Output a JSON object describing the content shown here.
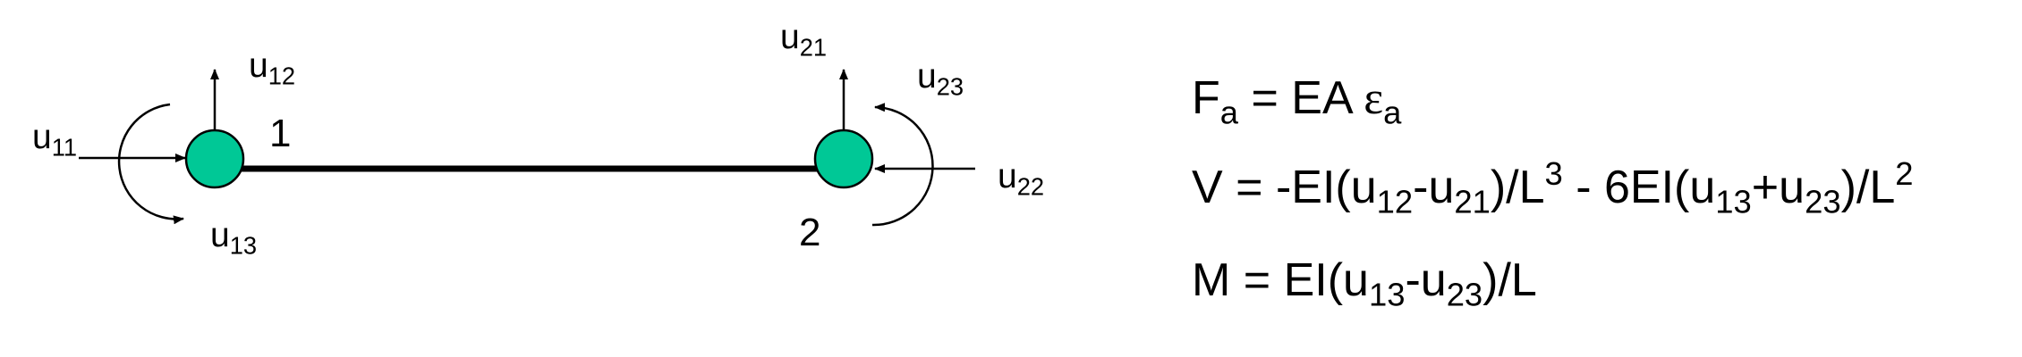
{
  "colors": {
    "node_fill": "#00C896",
    "line": "#000000"
  },
  "nodes": [
    {
      "id": "node-1",
      "number": "1"
    },
    {
      "id": "node-2",
      "number": "2"
    }
  ],
  "dof_labels": {
    "u11": {
      "base": "u",
      "sub": "11"
    },
    "u12": {
      "base": "u",
      "sub": "12"
    },
    "u13": {
      "base": "u",
      "sub": "13"
    },
    "u21": {
      "base": "u",
      "sub": "21"
    },
    "u22": {
      "base": "u",
      "sub": "22"
    },
    "u23": {
      "base": "u",
      "sub": "23"
    }
  },
  "equations": {
    "axial": {
      "lhs": "F",
      "lhs_sub": "a",
      "mid": " = EA ",
      "greek": "ε",
      "greek_sub": "a"
    },
    "shear": {
      "p1": "V = -EI(u",
      "s1": "12",
      "p2": "-u",
      "s2": "21",
      "p3": ")/L",
      "sup1": "3",
      "p4": " - 6EI(u",
      "s3": "13",
      "p5": "+u",
      "s4": "23",
      "p6": ")/L",
      "sup2": "2"
    },
    "moment": {
      "p1": "M = EI(u",
      "s1": "13",
      "p2": "-u",
      "s2": "23",
      "p3": ")/L"
    }
  }
}
